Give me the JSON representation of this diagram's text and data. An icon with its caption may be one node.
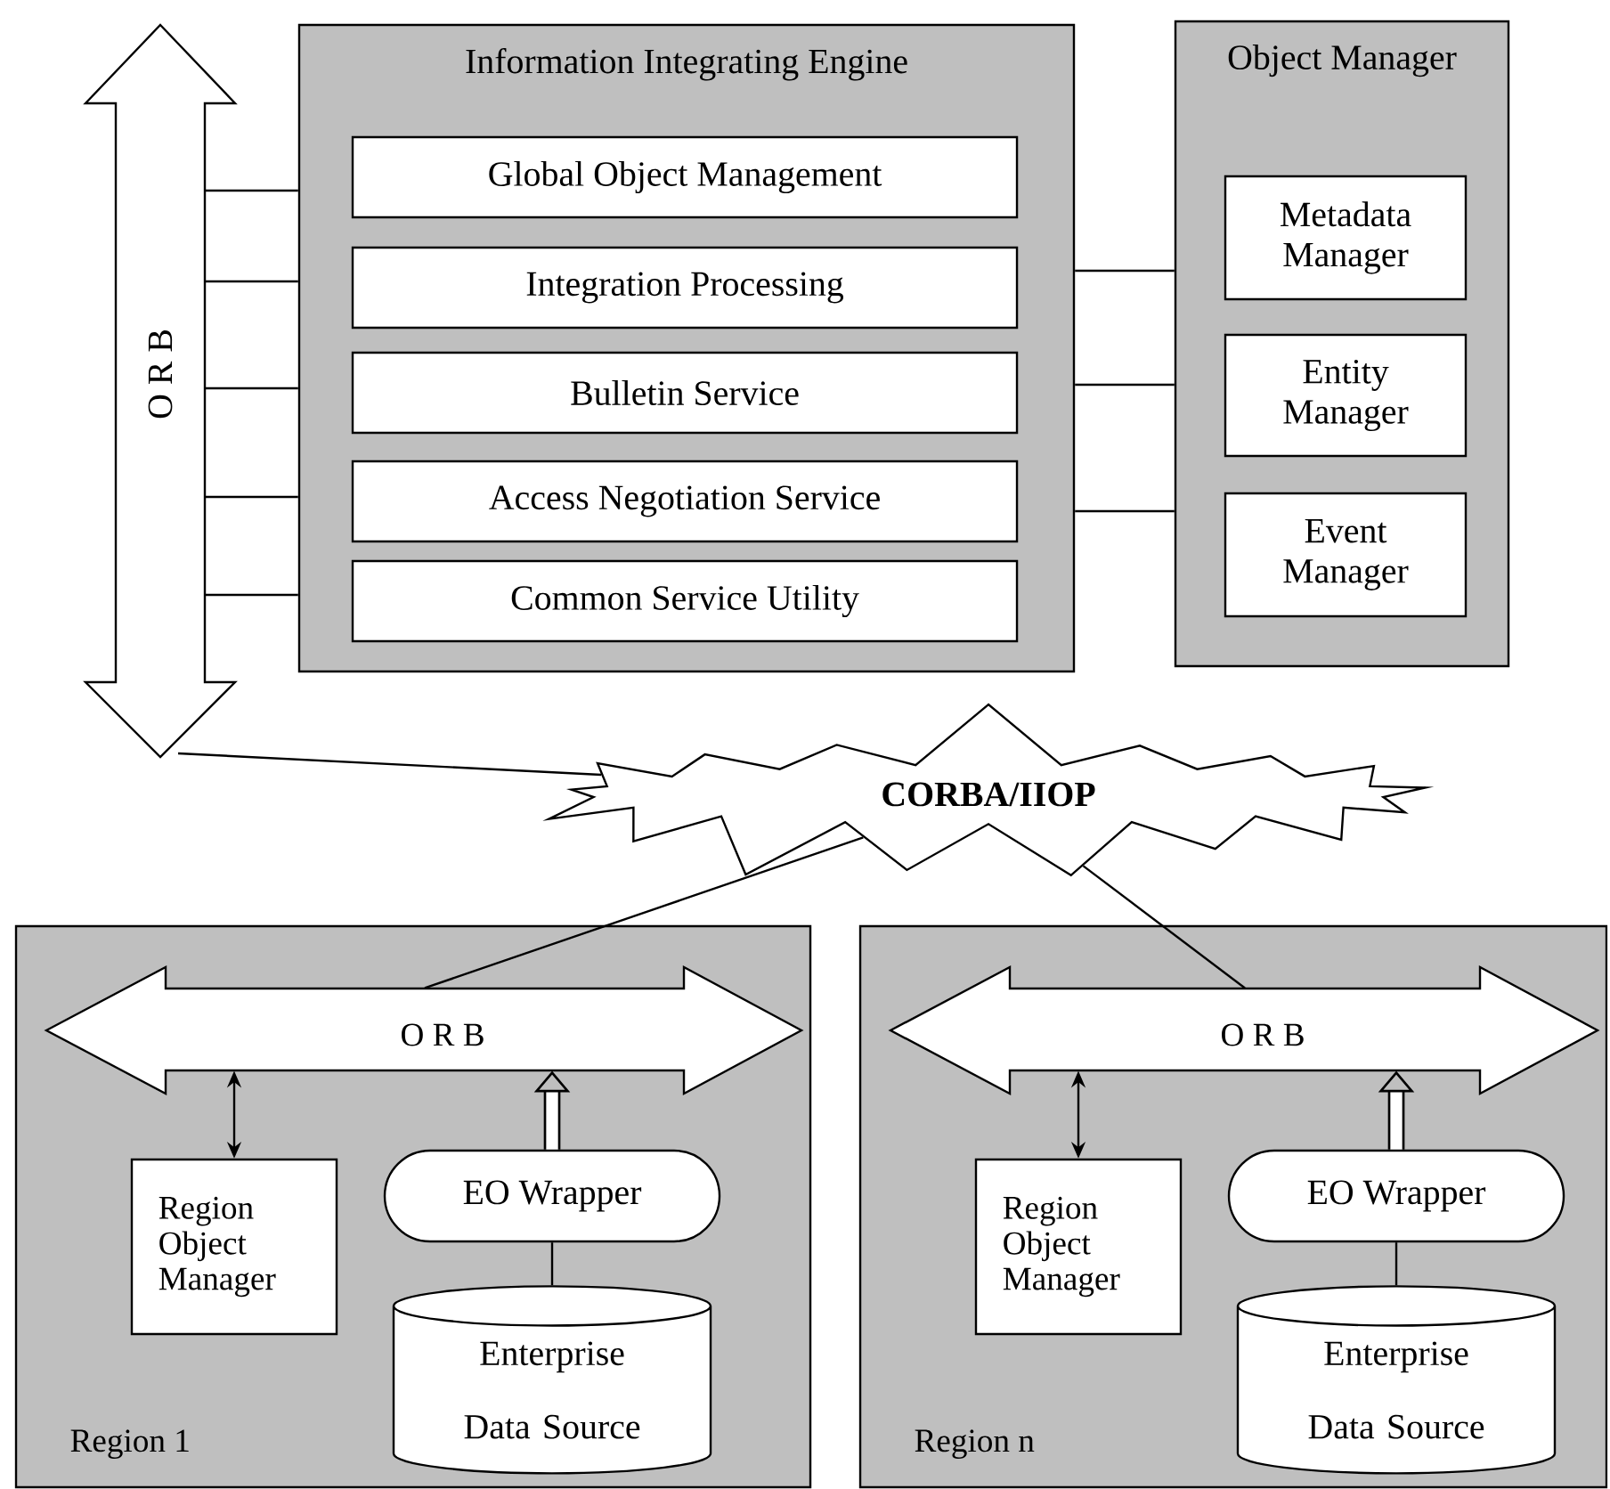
{
  "diagram": {
    "nodes": [
      {
        "text": [
          "O R B"
        ]
      },
      {
        "text": [
          "Information Integrating Engine"
        ]
      },
      {
        "text": [
          "Global Object Management"
        ],
        "in": 1
      },
      {
        "text": [
          "Integration Processing"
        ],
        "in": 1
      },
      {
        "text": [
          "Bulletin Service"
        ],
        "in": 1
      },
      {
        "text": [
          "Access Negotiation Service"
        ],
        "in": 1
      },
      {
        "text": [
          "Common Service Utility"
        ],
        "in": 1
      },
      {
        "text": [
          "Object Manager"
        ]
      },
      {
        "text": [
          "Metadata Manager"
        ],
        "in": 7
      },
      {
        "text": [
          "Entity Manager"
        ],
        "in": 7
      },
      {
        "text": [
          "Event Manager"
        ],
        "in": 7
      },
      {
        "text": [
          "CORBA/IIOP"
        ]
      },
      {
        "text": [
          "Region 1"
        ]
      },
      {
        "text": [
          "O R B"
        ],
        "in": 12
      },
      {
        "text": [
          "Region Object Manager"
        ],
        "in": 12
      },
      {
        "text": [
          "EO Wrapper"
        ],
        "in": 12
      },
      {
        "text": [
          "Enterprise Data Source"
        ],
        "in": 12
      },
      {
        "text": [
          "Region n"
        ]
      },
      {
        "text": [
          "O R B"
        ],
        "in": 17
      },
      {
        "text": [
          "Region Object Manager"
        ],
        "in": 17
      },
      {
        "text": [
          "EO Wrapper"
        ],
        "in": 17
      },
      {
        "text": [
          "Enterprise Data Source"
        ],
        "in": 17
      }
    ],
    "edges": [
      {
        "from": 0,
        "to": 1,
        "arrow": "none"
      },
      {
        "from": 0,
        "to": 1,
        "arrow": "none"
      },
      {
        "from": 0,
        "to": 1,
        "arrow": "none"
      },
      {
        "from": 0,
        "to": 1,
        "arrow": "none"
      },
      {
        "from": 0,
        "to": 1,
        "arrow": "none"
      },
      {
        "from": 1,
        "to": 7,
        "arrow": "none"
      },
      {
        "from": 1,
        "to": 7,
        "arrow": "none"
      },
      {
        "from": 1,
        "to": 7,
        "arrow": "none"
      },
      {
        "from": 0,
        "to": 11,
        "arrow": "none"
      },
      {
        "from": 11,
        "to": 13,
        "arrow": "none"
      },
      {
        "from": 11,
        "to": 18,
        "arrow": "none"
      },
      {
        "from": 14,
        "to": 13,
        "arrow": "both"
      },
      {
        "from": 15,
        "to": 13,
        "arrow": "to",
        "style": "thick"
      },
      {
        "from": 15,
        "to": 16,
        "arrow": "none"
      },
      {
        "from": 19,
        "to": 18,
        "arrow": "both"
      },
      {
        "from": 20,
        "to": 18,
        "arrow": "to",
        "style": "thick"
      },
      {
        "from": 20,
        "to": 21,
        "arrow": "none"
      }
    ]
  }
}
